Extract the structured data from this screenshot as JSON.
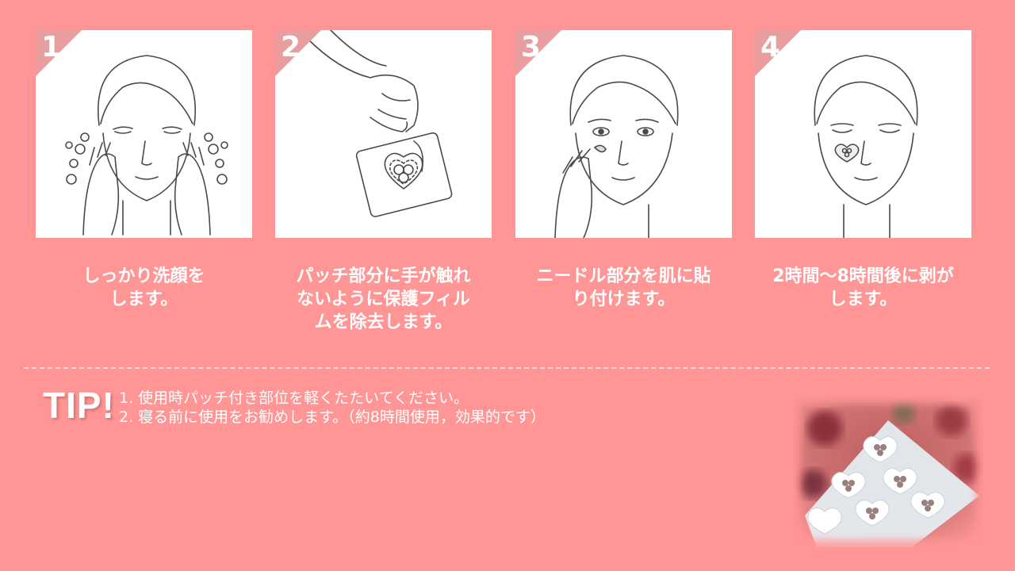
{
  "steps": [
    {
      "number": "1",
      "illustration": "face-washing",
      "text_lines": [
        "しっかり洗顔を",
        "します。"
      ]
    },
    {
      "number": "2",
      "illustration": "hand-peeling-film",
      "text_lines": [
        "パッチ部分に手が触れ",
        "ないように保護フィル",
        "ムを除去します。"
      ]
    },
    {
      "number": "3",
      "illustration": "applying-patch",
      "text_lines": [
        "ニードル部分を肌に貼",
        "り付けます。"
      ]
    },
    {
      "number": "4",
      "illustration": "patch-on-cheek",
      "text_lines": [
        "2時間〜8時間後に剥が",
        "します。"
      ]
    }
  ],
  "tip": {
    "label": "TIP!",
    "items": [
      "1. 使用時パッチ付き部位を軽くたたいてください。",
      "2. 寝る前に使用をお勧めします。（約8時間使用，効果的です）"
    ]
  },
  "colors": {
    "background": "#ff9595",
    "card": "#ffffff",
    "number_corner": "#e89e9e",
    "text": "#ffffff"
  }
}
